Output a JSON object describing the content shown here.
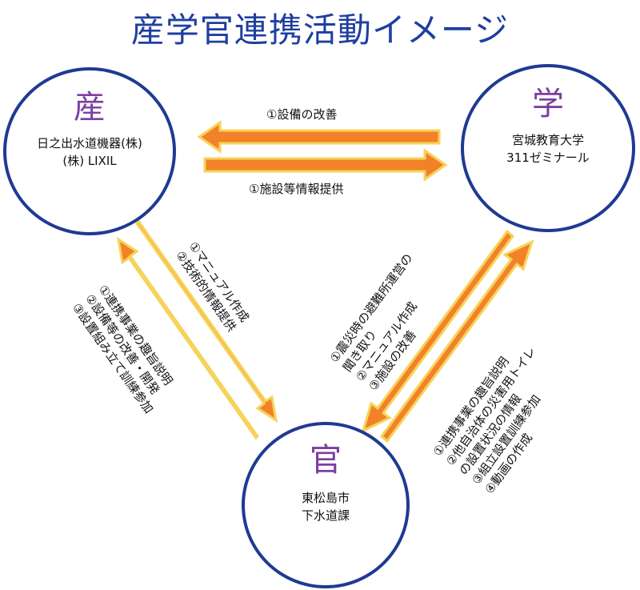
{
  "title": "産学官連携活動イメージ",
  "nodes": {
    "industry": {
      "head": "産",
      "lines": [
        "日之出水道機器(株)",
        "(株) LIXIL"
      ]
    },
    "academia": {
      "head": "学",
      "lines": [
        "宮城教育大学",
        "311ゼミナール"
      ]
    },
    "government": {
      "head": "官",
      "lines": [
        "東松島市",
        "下水道課"
      ]
    }
  },
  "edges": {
    "ac_to_ind": "①設備の改善",
    "ind_to_ac": "①施設等情報提供",
    "ind_to_gov": [
      "①マニュアル作成",
      "②技術的情報提供"
    ],
    "gov_to_ind": [
      "①連携事業の趣旨説明",
      "②設備等の改善・開発",
      "③設置組み立て訓練参加"
    ],
    "ac_to_gov": [
      "①震災時の避難所運営の",
      "聞き取り",
      "②マニュアル作成",
      "③施設の改善"
    ],
    "gov_to_ac": [
      "①連携事業の趣旨説明",
      "②他自治体の災害用トイレ",
      "の設置状況の情報",
      "③組立設置訓練参加",
      "④動画の作成"
    ]
  },
  "colors": {
    "arrow_fill": "#f2822a",
    "arrow_stroke": "#f6d35a",
    "circle": "#1f3a93",
    "title": "#1f3f9f",
    "node_head": "#7b3fa0"
  }
}
